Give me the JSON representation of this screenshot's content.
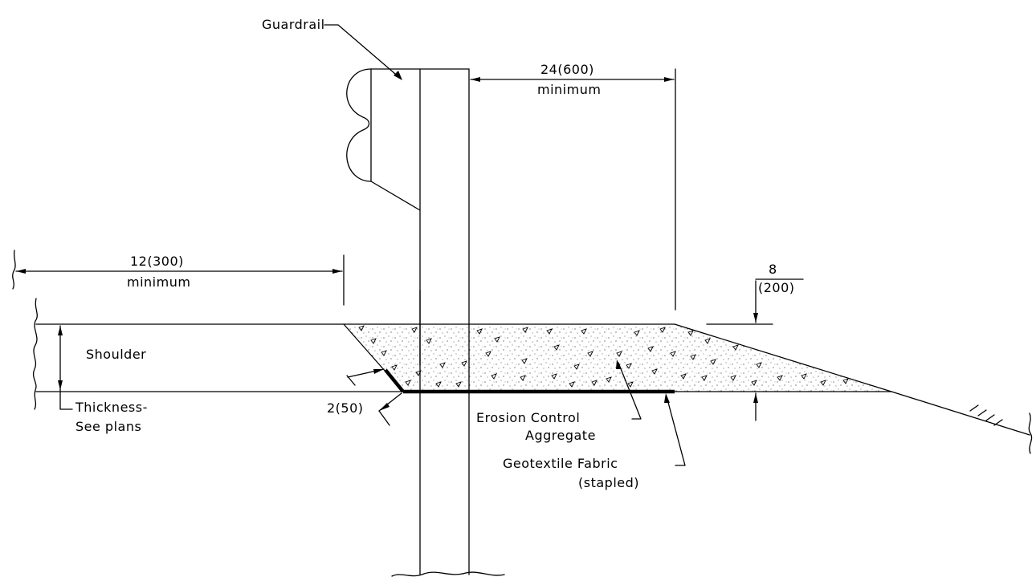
{
  "labels": {
    "guardrail": "Guardrail",
    "dim_top_value": "24(600)",
    "dim_top_note": "minimum",
    "dim_left_value": "12(300)",
    "dim_left_note": "minimum",
    "dim_right_top": "8",
    "dim_right_bottom": "(200)",
    "shoulder": "Shoulder",
    "thickness_line1": "Thickness-",
    "thickness_line2": "See plans",
    "dim_small": "2(50)",
    "erosion_line1": "Erosion Control",
    "erosion_line2": "Aggregate",
    "geotextile_line1": "Geotextile Fabric",
    "geotextile_line2": "(stapled)"
  }
}
